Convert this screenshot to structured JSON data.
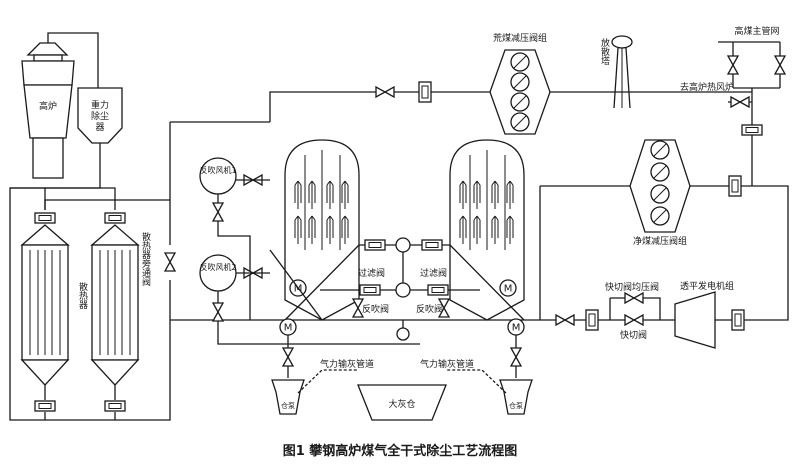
{
  "labels": {
    "blast_furnace": "高炉",
    "gravity_line1": "重力",
    "gravity_line2": "除尘",
    "gravity_line3": "器",
    "raw_gas_prv": "荒煤减压阀组",
    "vent_tower": "放散塔",
    "high_gas_main": "高煤主管网",
    "to_hot_stove": "去高炉热风炉",
    "back_blower_1": "反吹风机1",
    "back_blower_2": "反吹风机2",
    "heat_dissipator": "散热器",
    "bypass_valve": "散热器旁通阀",
    "clean_gas_prv": "净煤减压阀组",
    "filter_valve_left": "过滤阀",
    "filter_valve_right": "过滤阀",
    "back_valve_left": "反吹阀",
    "back_valve_right": "反吹阀",
    "shutoff_equalize_valve": "快切阀均压阀",
    "shutoff_valve": "快切阀",
    "trt_unit": "透平发电机组",
    "pneumatic_ash_left": "气力输灰管道",
    "pneumatic_ash_right": "气力输灰管道",
    "big_ash_bin": "大灰仓",
    "silo_left": "仓泵",
    "silo_right": "仓泵",
    "motor": "M"
  },
  "caption": "图1  攀钢高炉煤气全干式除尘工艺流程图"
}
